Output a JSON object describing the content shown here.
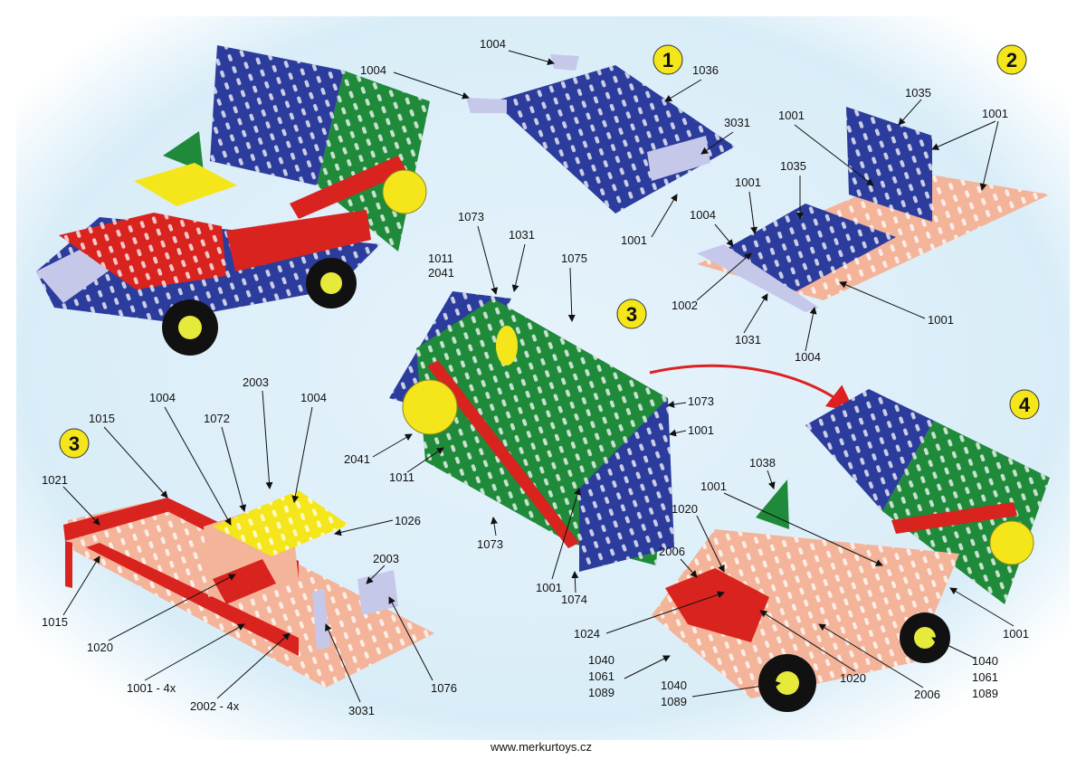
{
  "footer": {
    "url": "www.merkurtoys.cz"
  },
  "colors": {
    "blue": "#2c3c9c",
    "green": "#1f8a3a",
    "red": "#d8231f",
    "salmon": "#f3b49a",
    "yellow": "#f4e61a",
    "lilac": "#c6c8ea",
    "arrow": "#e02020"
  },
  "step1": {
    "badge": "1",
    "labels": [
      "1004",
      "1004",
      "1036",
      "3031",
      "1001"
    ]
  },
  "step2": {
    "badge": "2",
    "labels": [
      "1035",
      "1001",
      "1001",
      "1035",
      "1001",
      "1004",
      "1002",
      "1031",
      "1004",
      "1001"
    ]
  },
  "step3_frame": {
    "badge": "3",
    "labels": [
      "1073",
      "1031",
      "1011",
      "2041",
      "1075",
      "1073",
      "1001",
      "2041",
      "1011",
      "1073",
      "1001",
      "1074"
    ]
  },
  "step3_chassis": {
    "badge": "3",
    "labels": [
      "1015",
      "1004",
      "1072",
      "2003",
      "1004",
      "1021",
      "1026",
      "2003",
      "1015",
      "1020",
      "1001 - 4x",
      "2002 - 4x",
      "3031",
      "1076"
    ]
  },
  "step4": {
    "badge": "4",
    "labels": [
      "1038",
      "1001",
      "1020",
      "2006",
      "1024",
      "1040",
      "1061",
      "1089",
      "1040",
      "1089",
      "1020",
      "2006",
      "1001",
      "1040",
      "1061",
      "1089"
    ]
  }
}
